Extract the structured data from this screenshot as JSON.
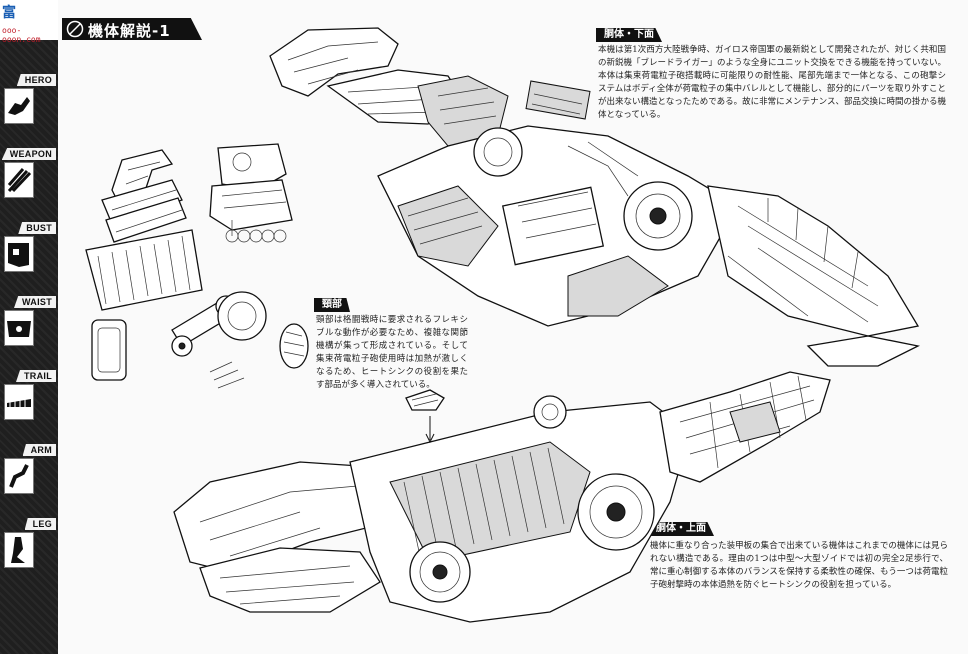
{
  "logo": {
    "main": "富",
    "sub": "ooo-ooon.com"
  },
  "header": {
    "title": "機体解説-1"
  },
  "sidebar": {
    "items": [
      {
        "label": "HERO"
      },
      {
        "label": "WEAPON"
      },
      {
        "label": "BUST"
      },
      {
        "label": "WAIST"
      },
      {
        "label": "TRAIL"
      },
      {
        "label": "ARM"
      },
      {
        "label": "LEG"
      }
    ]
  },
  "sections": {
    "torso_bottom": {
      "title": "胴体・下面",
      "text": "本機は第1次西方大陸戦争時、ガイロス帝国軍の最新鋭として開発されたが、対じく共和国の新鋭機「ブレードライガー」のような全身にユニット交換をできる機能を持っていない。本体は集束荷電粒子砲搭載時に可能限りの耐性能、尾部先端まで一体となる、この砲撃システムはボディ全体が荷電粒子の集中バレルとして機能し、部分的にパーツを取り外すことが出来ない構造となったためである。故に非常にメンテナンス、部品交換に時間の掛かる機体となっている。"
    },
    "neck": {
      "title": "頸部",
      "text": "頸部は格闘戦時に要求されるフレキシブルな動作が必要なため、複雑な関節機構が集って形成されている。そして集束荷電粒子砲使用時は加熱が激しくなるため、ヒートシンクの役割を果たす部品が多く導入されている。"
    },
    "torso_top": {
      "title": "胴体・上面",
      "text": "機体に重なり合った装甲板の集合で出来ている機体はこれまでの機体には見られない構造である。理由の1つは中型～大型ゾイドでは初の完全2足歩行で、常に重心制御する本体のバランスを保持する柔軟性の確保、もう一つは荷電粒子砲射撃時の本体過熱を防ぐヒートシンクの役割を担っている。"
    }
  }
}
